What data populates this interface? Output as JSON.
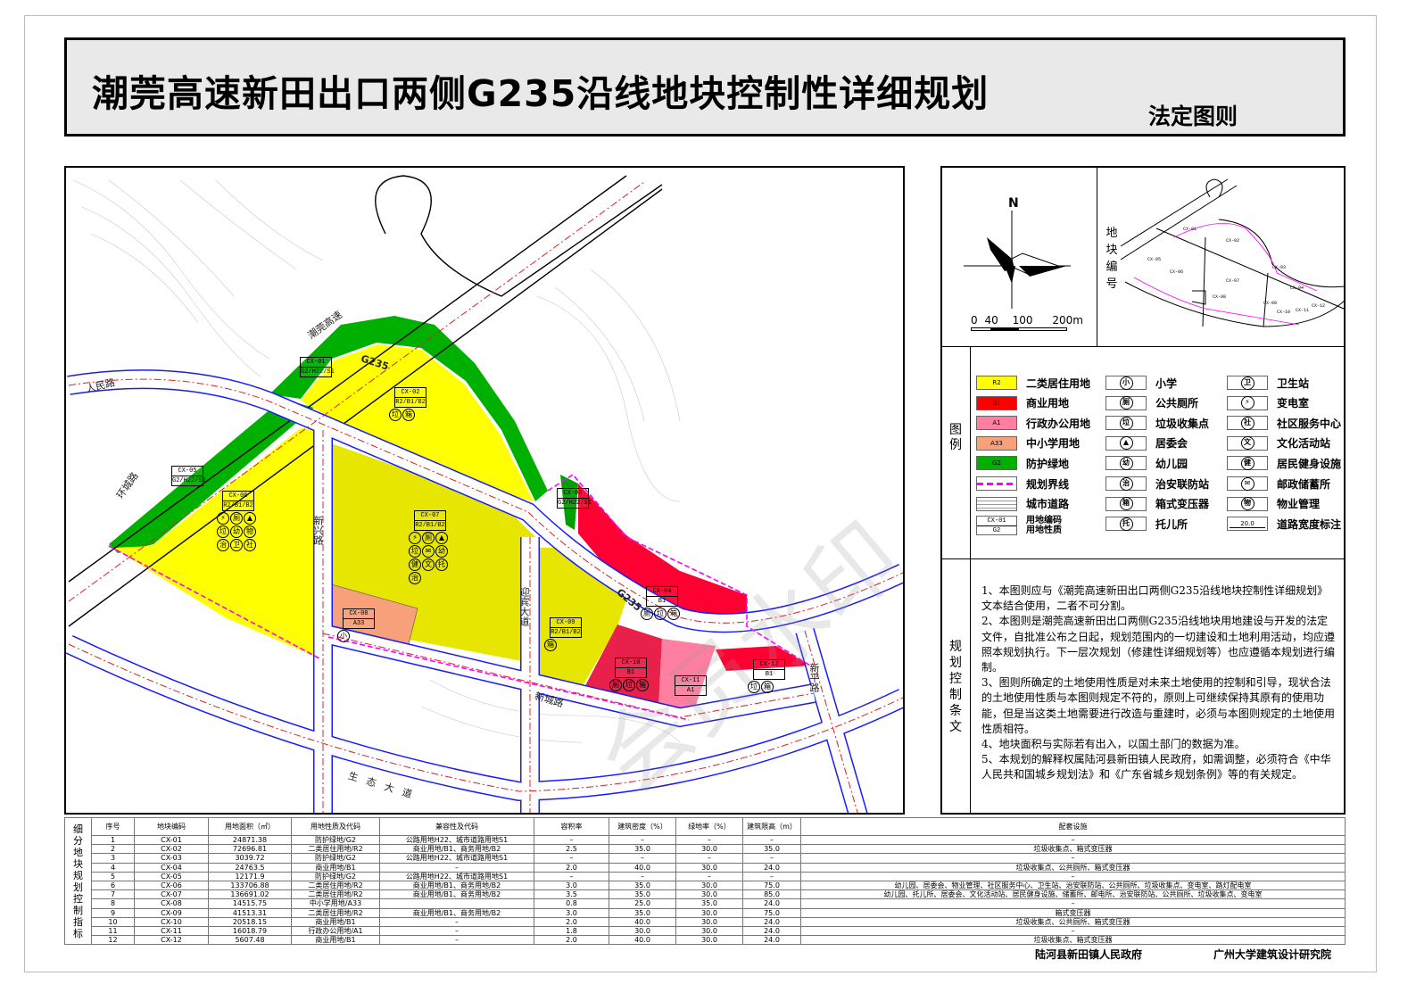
{
  "header": {
    "title": "潮莞高速新田出口两侧G235沿线地块控制性详细规划",
    "subtitle": "法定图则"
  },
  "map": {
    "watermark": "会员水印",
    "roads": {
      "highway": "潮莞高速",
      "g235a": "G235",
      "g235b": "G235",
      "renmin": "人民路",
      "huancheng": "环城路",
      "xinxing": "新兴路",
      "yingbin": "迎宾大道",
      "xincheng": "新城路",
      "shengtai": "生态大道",
      "xinping": "新平路"
    },
    "parcels": [
      {
        "code": "CX-01",
        "use": "G2/H22/S1",
        "facilities": []
      },
      {
        "code": "CX-02",
        "use": "R2/B1/B2",
        "facilities": [
          "垃",
          "箱"
        ]
      },
      {
        "code": "CX-03",
        "use": "G2/H22/S1",
        "facilities": []
      },
      {
        "code": "CX-04",
        "use": "B1",
        "facilities": [
          "厕",
          "垃",
          "箱"
        ]
      },
      {
        "code": "CX-05",
        "use": "G2/H22/S1",
        "facilities": []
      },
      {
        "code": "CX-06",
        "use": "R2/B1/B2",
        "facilities": [
          "⚡",
          "厕",
          "▲",
          "垃",
          "幼",
          "物",
          "治",
          "卫",
          "社"
        ]
      },
      {
        "code": "CX-07",
        "use": "R2/B1/B2",
        "facilities": [
          "⚡",
          "厕",
          "▲",
          "垃",
          "✉",
          "幼",
          "健",
          "文",
          "托",
          "治"
        ]
      },
      {
        "code": "CX-08",
        "use": "A33",
        "facilities": [
          "小"
        ]
      },
      {
        "code": "CX-09",
        "use": "R2/B1/B2",
        "facilities": [
          "箱"
        ]
      },
      {
        "code": "CX-10",
        "use": "B1",
        "facilities": [
          "厕",
          "垃",
          "箱"
        ]
      },
      {
        "code": "CX-11",
        "use": "A1",
        "facilities": []
      },
      {
        "code": "CX-12",
        "use": "B1",
        "facilities": [
          "垃",
          "箱"
        ]
      }
    ],
    "colors": {
      "R2": "#ffff00",
      "B1": "#ff0033",
      "A1": "#ff7fa0",
      "A33": "#f7a07a",
      "G2": "#00b000",
      "boundary": "#ff00ff",
      "road_center": "#e02020",
      "road_edge": "#1a1aff"
    }
  },
  "compass": {
    "north": "N",
    "scale": [
      "0",
      "40",
      "100",
      "200m"
    ]
  },
  "keymap": {
    "label": "地块编号",
    "codes": [
      "CX-01",
      "CX-02",
      "CX-03",
      "CX-04",
      "CX-05",
      "CX-06",
      "CX-07",
      "CX-08",
      "CX-09",
      "CX-10",
      "CX-11",
      "CX-12"
    ]
  },
  "legend": {
    "label": "图例",
    "landuse": [
      {
        "code": "R2",
        "label": "二类居住用地",
        "color": "#ffff00"
      },
      {
        "code": "B1",
        "label": "商业用地",
        "color": "#ff0000"
      },
      {
        "code": "A1",
        "label": "行政办公用地",
        "color": "#ff7fa0"
      },
      {
        "code": "A33",
        "label": "中小学用地",
        "color": "#f7a07a"
      },
      {
        "code": "G2",
        "label": "防护绿地",
        "color": "#00b000"
      },
      {
        "code": "",
        "label": "规划界线",
        "color": "#ff00ff"
      },
      {
        "code": "",
        "label": "城市道路",
        "color": "#ffffff"
      }
    ],
    "code_sample": {
      "code": "CX-01",
      "use": "G2",
      "label1": "用地编码",
      "label2": "用地性质"
    },
    "facilities_a": [
      {
        "icon": "小",
        "label": "小学"
      },
      {
        "icon": "厕",
        "label": "公共厕所"
      },
      {
        "icon": "垃",
        "label": "垃圾收集点"
      },
      {
        "icon": "▲",
        "label": "居委会"
      },
      {
        "icon": "幼",
        "label": "幼儿园"
      },
      {
        "icon": "治",
        "label": "治安联防站"
      },
      {
        "icon": "箱",
        "label": "箱式变压器"
      },
      {
        "icon": "托",
        "label": "托儿所"
      }
    ],
    "facilities_b": [
      {
        "icon": "卫",
        "label": "卫生站"
      },
      {
        "icon": "⚡",
        "label": "变电室"
      },
      {
        "icon": "社",
        "label": "社区服务中心"
      },
      {
        "icon": "文",
        "label": "文化活动站"
      },
      {
        "icon": "健",
        "label": "居民健身设施"
      },
      {
        "icon": "✉",
        "label": "邮政储蓄所"
      },
      {
        "icon": "物",
        "label": "物业管理"
      },
      {
        "icon": "20.0",
        "label": "道路宽度标注"
      }
    ]
  },
  "clauses": {
    "label": "规划控制条文",
    "items": [
      "1、本图则应与《潮莞高速新田出口两侧G235沿线地块控制性详细规划》文本结合使用，二者不可分割。",
      "2、本图则是潮莞高速新田出口两侧G235沿线地块用地建设与开发的法定文件，自批准公布之日起，规划范围内的一切建设和土地利用活动，均应遵照本规划执行。下一层次规划（修建性详细规划等）也应遵循本规划进行编制。",
      "3、图则所确定的土地使用性质是对未来土地使用的控制和引导，现状合法的土地使用性质与本图则规定不符的，原则上可继续保持其原有的使用功能，但是当这类土地需要进行改造与重建时，必须与本图则规定的土地使用性质相符。",
      "4、地块面积与实际若有出入，以国土部门的数据为准。",
      "5、本规划的解释权属陆河县新田镇人民政府，如需调整，必须符合《中华人民共和国城乡规划法》和《广东省城乡规划条例》等的有关规定。"
    ]
  },
  "table": {
    "label": "细分地块规划控制指标",
    "headers": [
      "序号",
      "地块编码",
      "用地面积（㎡）",
      "用地性质及代码",
      "兼容性及代码",
      "容积率",
      "建筑密度（%）",
      "绿地率（%）",
      "建筑限高（m）",
      "配套设施"
    ],
    "rows": [
      [
        "1",
        "CX-01",
        "24871.38",
        "防护绿地/G2",
        "公路用地H22、城市道路用地S1",
        "–",
        "–",
        "–",
        "–",
        "–"
      ],
      [
        "2",
        "CX-02",
        "72696.81",
        "二类居住用地/R2",
        "商业用地/B1、商务用地/B2",
        "2.5",
        "35.0",
        "30.0",
        "35.0",
        "垃圾收集点、箱式变压器"
      ],
      [
        "3",
        "CX-03",
        "3039.72",
        "防护绿地/G2",
        "公路用地H22、城市道路用地S1",
        "–",
        "–",
        "–",
        "–",
        "–"
      ],
      [
        "4",
        "CX-04",
        "24763.5",
        "商业用地/B1",
        "–",
        "2.0",
        "40.0",
        "30.0",
        "24.0",
        "垃圾收集点、公共厕所、箱式变压器"
      ],
      [
        "5",
        "CX-05",
        "12171.9",
        "防护绿地/G2",
        "公路用地H22、城市道路用地S1",
        "–",
        "–",
        "–",
        "–",
        "–"
      ],
      [
        "6",
        "CX-06",
        "133706.88",
        "二类居住用地/R2",
        "商业用地/B1、商务用地/B2",
        "3.0",
        "35.0",
        "30.0",
        "75.0",
        "幼儿园、居委会、物业管理、社区服务中心、卫生站、治安联防站、公共厕所、垃圾收集点、变电室、路灯配电室"
      ],
      [
        "7",
        "CX-07",
        "136691.02",
        "二类居住用地/R2",
        "商业用地/B1、商务用地/B2",
        "3.5",
        "35.0",
        "30.0",
        "85.0",
        "幼儿园、托儿所、居委会、文化活动站、居民健身设施、储蓄所、邮电所、治安联防站、公共厕所、垃圾收集点、变电室"
      ],
      [
        "8",
        "CX-08",
        "14515.75",
        "中小学用地/A33",
        "",
        "0.8",
        "25.0",
        "35.0",
        "24.0",
        "–"
      ],
      [
        "9",
        "CX-09",
        "41513.31",
        "二类居住用地/R2",
        "商业用地/B1、商务用地/B2",
        "3.0",
        "35.0",
        "30.0",
        "75.0",
        "箱式变压器"
      ],
      [
        "10",
        "CX-10",
        "20518.15",
        "商业用地/B1",
        "–",
        "2.0",
        "40.0",
        "30.0",
        "24.0",
        "垃圾收集点、公共厕所、箱式变压器"
      ],
      [
        "11",
        "CX-11",
        "16018.79",
        "行政办公用地/A1",
        "–",
        "1.8",
        "30.0",
        "30.0",
        "24.0",
        "–"
      ],
      [
        "12",
        "CX-12",
        "5607.48",
        "商业用地/B1",
        "–",
        "2.0",
        "40.0",
        "30.0",
        "24.0",
        "垃圾收集点、箱式变压器"
      ]
    ]
  },
  "footer": {
    "left": "陆河县新田镇人民政府",
    "right": "广州大学建筑设计研究院"
  }
}
